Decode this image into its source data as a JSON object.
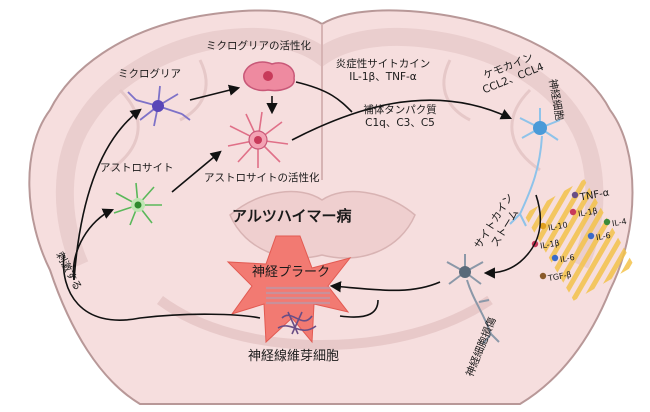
{
  "labels": {
    "microglia": "ミクログリア",
    "microglia_activation": "ミクログリアの活性化",
    "cytokines_title": "炎症性サイトカイン",
    "cytokines_items": "IL-1β、TNF-α",
    "chemokine_title": "ケモカイン",
    "chemokine_items": "CCL2、CCL4",
    "complement_title": "補体タンパク質",
    "complement_items": "C1q、C3、C5",
    "neuron": "神経細胞",
    "astrocyte": "アストロサイト",
    "astrocyte_activation": "アストロサイトの活性化",
    "disease": "アルツハイマー病",
    "stimulus": "刺激する",
    "cytokine_storm": "サイトカイン\nストーム",
    "plaque": "神経プラーク",
    "tangle": "神経線維芽細胞",
    "neuron_damage": "神経細胞損傷"
  },
  "storm_labels": [
    "TNF-α",
    "IL-4",
    "IL-1β",
    "IL-10",
    "IL-6",
    "IL-1β",
    "IL-6",
    "TGF-β"
  ],
  "colors": {
    "brain": "#f6dede",
    "brain_edge": "#b89898",
    "microglia": "#5a46b8",
    "astrocyte": "#3aa83a",
    "activated": "#e0607a",
    "neuron": "#4a9ad8",
    "storm": "#f3c24a",
    "burst": "#f07070"
  }
}
